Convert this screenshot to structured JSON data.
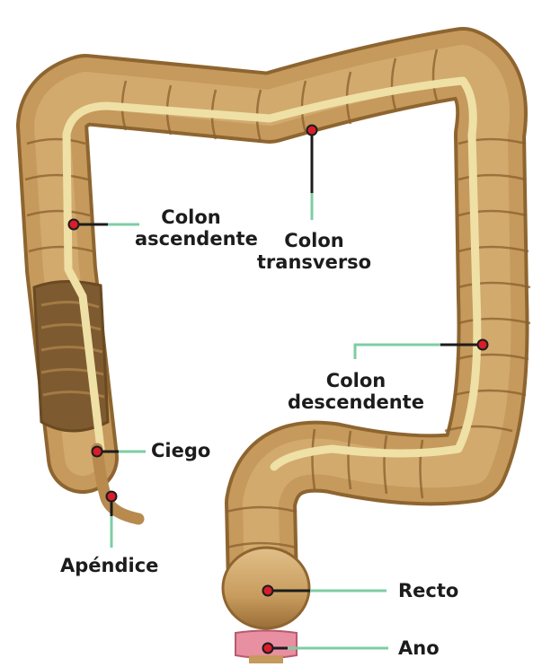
{
  "labels": {
    "colon_ascendente": [
      "Colon",
      "ascendente"
    ],
    "colon_transverso": [
      "Colon",
      "transverso"
    ],
    "colon_descendente": [
      "Colon",
      "descendente"
    ],
    "ciego": "Ciego",
    "apendice": "Apéndice",
    "recto": "Recto",
    "ano": "Ano"
  },
  "colors": {
    "tissue": "#c59a5c",
    "tissue_dark": "#8e6530",
    "tissue_light": "#dcb87e",
    "band": "#efe0a5",
    "leader_line": "#7fcca4",
    "marker_fill": "#d81e2a",
    "anus_ring": "#e88fa2"
  }
}
